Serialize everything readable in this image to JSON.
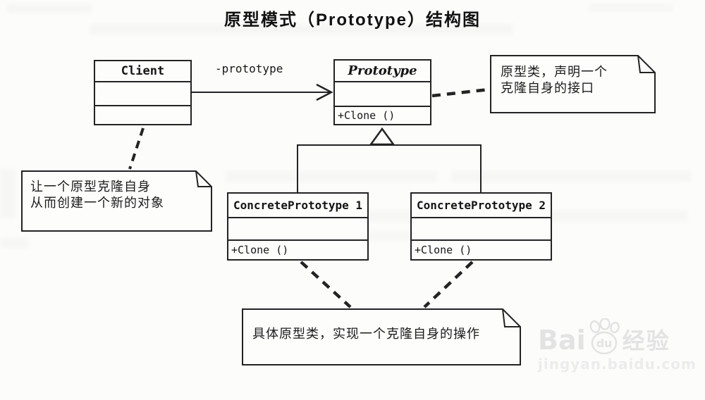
{
  "title": "原型模式（Prototype）结构图",
  "classes": {
    "client": {
      "name": "Client"
    },
    "prototype": {
      "name": "Prototype",
      "method": "+Clone ()"
    },
    "concrete1": {
      "name": "ConcretePrototype 1",
      "method": "+Clone ()"
    },
    "concrete2": {
      "name": "ConcretePrototype 2",
      "method": "+Clone ()"
    }
  },
  "labels": {
    "association": "-prototype"
  },
  "notes": {
    "prototype_note": {
      "line1": "原型类，声明一个",
      "line2": "克隆自身的接口"
    },
    "client_note": {
      "line1": "让一个原型克隆自身",
      "line2": "从而创建一个新的对象"
    },
    "concrete_note": {
      "line1": "具体原型类，实现一个克隆自身的操作"
    }
  },
  "watermark": {
    "text_left": "Bai",
    "text_paw": "du",
    "text_right": "经验",
    "url": "jingyan.baidu.com"
  },
  "colors": {
    "line": "#232323",
    "background": "#fcfcfb",
    "watermark": "#e3e3e3"
  }
}
